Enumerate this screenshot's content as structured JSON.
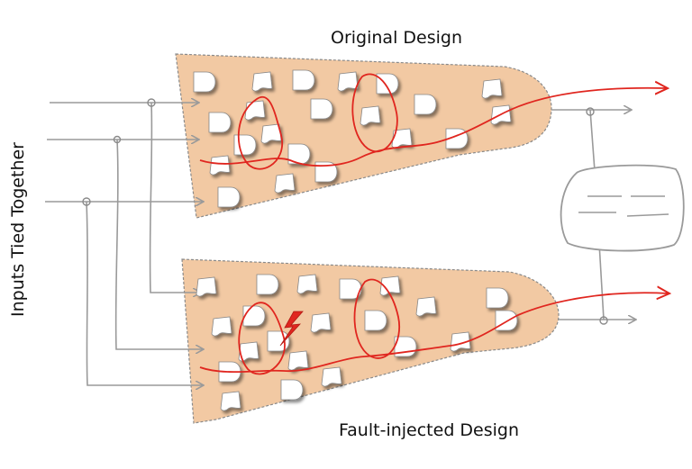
{
  "labels": {
    "top_title": "Original Design",
    "bottom_title": "Fault-injected Design",
    "side_label": "Inputs Tied Together"
  },
  "colors": {
    "design_fill": "#f2c9a3",
    "design_outline": "#8a8a8a",
    "signal_path": "#e0261f",
    "wire": "#9a9a9a",
    "gate_fill": "#ffffff",
    "fault_marker": "#e0261f"
  },
  "icons": {
    "gate": "logic-gate-icon",
    "fault": "lightning-bolt-icon",
    "comparator": "comparator-icon"
  }
}
